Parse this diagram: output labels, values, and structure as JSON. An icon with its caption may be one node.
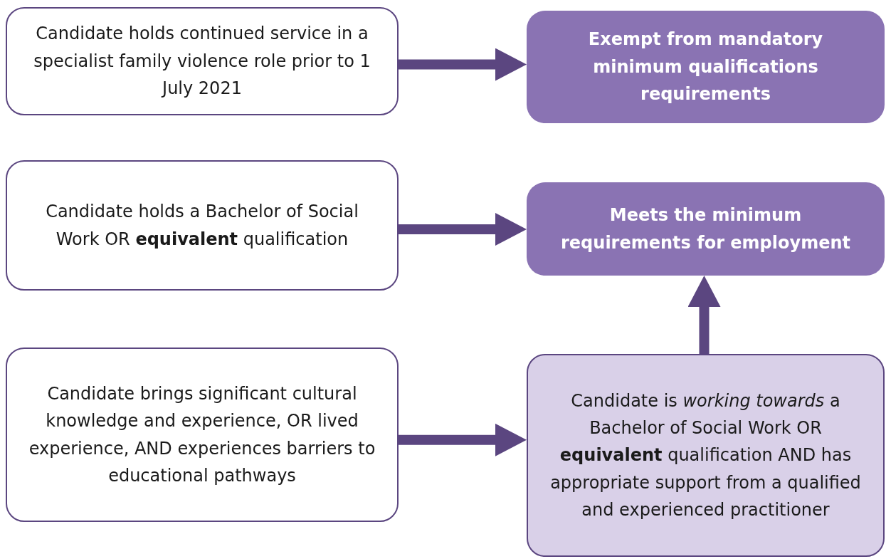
{
  "diagram": {
    "nodes": [
      {
        "text": [
          "Candidate holds continued service in a specialist family violence role prior to 1 July 2021"
        ]
      },
      {
        "text": [
          "Exempt from mandatory minimum qualifications requirements"
        ]
      },
      {
        "text": [
          "Candidate holds a Bachelor of Social Work OR **equivalent** qualification"
        ]
      },
      {
        "text": [
          "Meets the minimum requirements for employment"
        ]
      },
      {
        "text": [
          "Candidate brings significant cultural knowledge and experience, OR lived experience, AND experiences barriers to educational pathways"
        ]
      },
      {
        "text": [
          "Candidate is *working towards* a Bachelor of Social Work OR **equivalent** qualification AND has appropriate support from a qualified and experienced practitioner"
        ]
      }
    ],
    "edges": [
      {
        "from": 0,
        "to": 1,
        "arrow": "to"
      },
      {
        "from": 2,
        "to": 3,
        "arrow": "to"
      },
      {
        "from": 4,
        "to": 5,
        "arrow": "to"
      },
      {
        "from": 5,
        "to": 3,
        "arrow": "to"
      }
    ]
  }
}
